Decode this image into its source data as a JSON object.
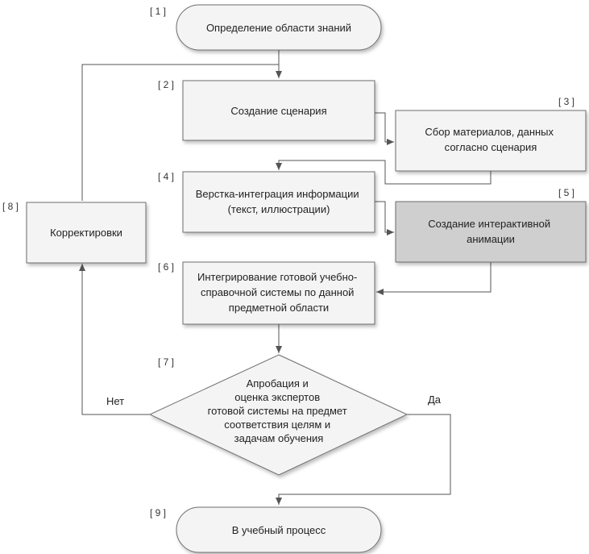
{
  "colors": {
    "box_fill": "#f4f4f4",
    "box_fill_shaded": "#cfcfcf",
    "stroke": "#6e6e6e",
    "connector": "#555555",
    "text": "#222222"
  },
  "nodes": {
    "n1": {
      "num": "[ 1 ]",
      "lines": [
        "Определение области знаний"
      ]
    },
    "n2": {
      "num": "[ 2 ]",
      "lines": [
        "Создание сценария"
      ]
    },
    "n3": {
      "num": "[ 3 ]",
      "lines": [
        "Сбор материалов, данных",
        "согласно сценария"
      ]
    },
    "n4": {
      "num": "[ 4 ]",
      "lines": [
        "Верстка-интеграция информации",
        "(текст, иллюстрации)"
      ]
    },
    "n5": {
      "num": "[ 5 ]",
      "lines": [
        "Создание интерактивной",
        "анимации"
      ]
    },
    "n6": {
      "num": "[ 6 ]",
      "lines": [
        "Интегрирование готовой учебно-",
        "справочной системы по данной",
        "предметной области"
      ]
    },
    "n7": {
      "num": "[ 7 ]",
      "lines": [
        "Апробация и",
        "оценка экспертов",
        "готовой системы на предмет",
        "соответствия целям и",
        "задачам обучения"
      ]
    },
    "n8": {
      "num": "[ 8 ]",
      "lines": [
        "Корректировки"
      ]
    },
    "n9": {
      "num": "[ 9 ]",
      "lines": [
        "В учебный процесс"
      ]
    }
  },
  "edges": {
    "no_label": "Нет",
    "yes_label": "Да"
  }
}
